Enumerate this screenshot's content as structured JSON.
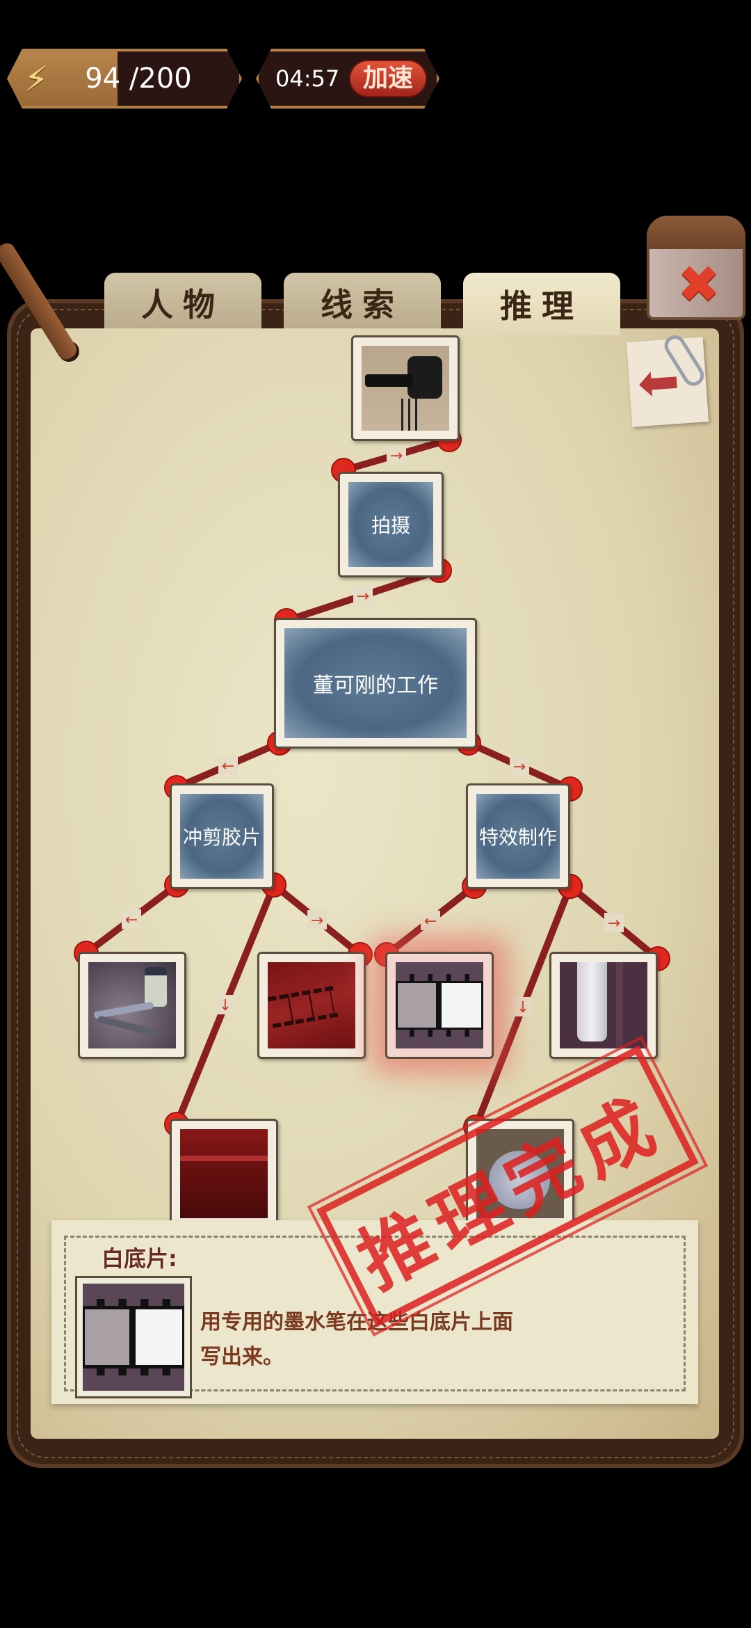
{
  "hud": {
    "energy_icon": "lightning-icon",
    "energy_current": 94,
    "energy_max": 200,
    "energy_text": "94 /200",
    "timer": "04:57",
    "speedup_label": "加速"
  },
  "tabs": [
    {
      "label": "人物",
      "active": false
    },
    {
      "label": "线索",
      "active": false
    },
    {
      "label": "推理",
      "active": true
    }
  ],
  "close_icon": "close-x-icon",
  "back_icon": "back-arrow-icon",
  "tree": {
    "root": {
      "type": "photo",
      "image": "film-camera-on-tripod"
    },
    "nodes": [
      {
        "id": "shoot",
        "label": "拍摄"
      },
      {
        "id": "work",
        "label": "董可刚的工作"
      },
      {
        "id": "edit",
        "label": "冲剪胶片"
      },
      {
        "id": "fx",
        "label": "特效制作"
      }
    ],
    "leaves": [
      {
        "id": "tools",
        "image": "scissors-and-bottle"
      },
      {
        "id": "redfilm",
        "image": "red-film-strip"
      },
      {
        "id": "whitefilm",
        "image": "white-base-film",
        "selected": true
      },
      {
        "id": "cloth",
        "image": "white-cloth-in-cabinet"
      },
      {
        "id": "curtain",
        "image": "red-curtain"
      },
      {
        "id": "mirror",
        "image": "round-mirror"
      }
    ],
    "connector_arrow": "arrow-icon"
  },
  "stamp_text": "推理完成",
  "info": {
    "title": "白底片:",
    "image": "white-base-film",
    "description_line1": "用专用的墨水笔在这些白底片上面",
    "description_line2": "写出来。"
  }
}
